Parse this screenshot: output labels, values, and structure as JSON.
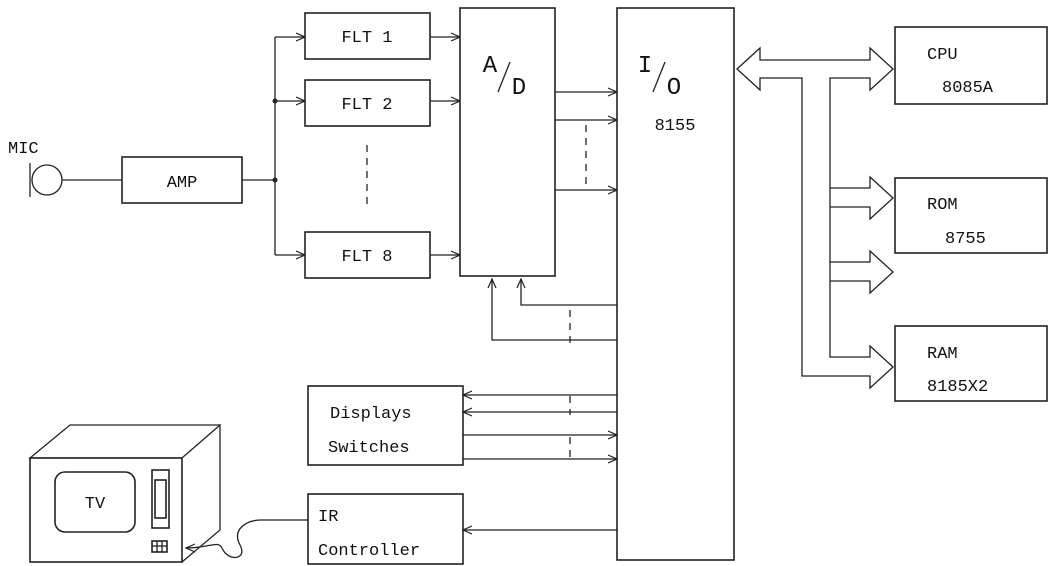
{
  "diagram": {
    "mic": "MIC",
    "amp": "AMP",
    "filters": [
      "FLT 1",
      "FLT 2",
      "FLT 8"
    ],
    "adc": {
      "top": "A",
      "bottom": "D"
    },
    "io": {
      "top": "I",
      "bottom": "O",
      "chip": "8155"
    },
    "cpu": {
      "name": "CPU",
      "chip": "8085A"
    },
    "rom": {
      "name": "ROM",
      "chip": "8755"
    },
    "ram": {
      "name": "RAM",
      "chip": "8185X2"
    },
    "displays": "Displays",
    "switches": "Switches",
    "ir": {
      "line1": "IR",
      "line2": "Controller"
    },
    "tv": "TV"
  }
}
